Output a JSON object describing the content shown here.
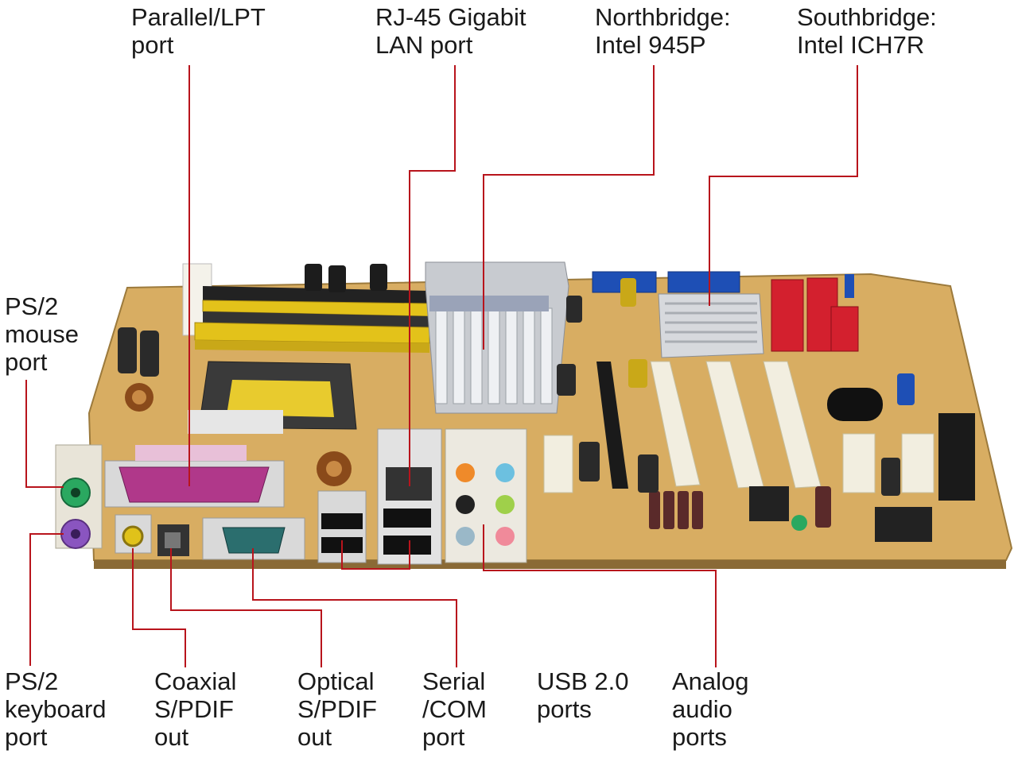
{
  "labels": {
    "parallel": "Parallel/LPT\nport",
    "rj45": "RJ-45 Gigabit\nLAN port",
    "northbridge": "Northbridge:\nIntel 945P",
    "southbridge": "Southbridge:\nIntel ICH7R",
    "ps2_mouse": "PS/2\nmouse\nport",
    "ps2_keyboard": "PS/2\nkeyboard\nport",
    "coaxial": "Coaxial\nS/PDIF\nout",
    "optical": "Optical\nS/PDIF\nout",
    "serial": "Serial\n/COM\nport",
    "usb": "USB 2.0\nports",
    "audio": "Analog\naudio\nports"
  },
  "colors": {
    "board": "#d8ad62",
    "leader_line": "#b8141c",
    "ram_slot": "#e3c21a",
    "pci_slot": "#f2eee0",
    "sata": "#d3202e",
    "ide": "#1e4fb5",
    "ps2_mouse": "#2aa860",
    "ps2_keyboard": "#8a55c0",
    "parallel_port": "#b0388a",
    "serial_port": "#2b6e6e"
  },
  "icons": {
    "board": "motherboard-icon",
    "heatsink": "heatsink-icon"
  }
}
